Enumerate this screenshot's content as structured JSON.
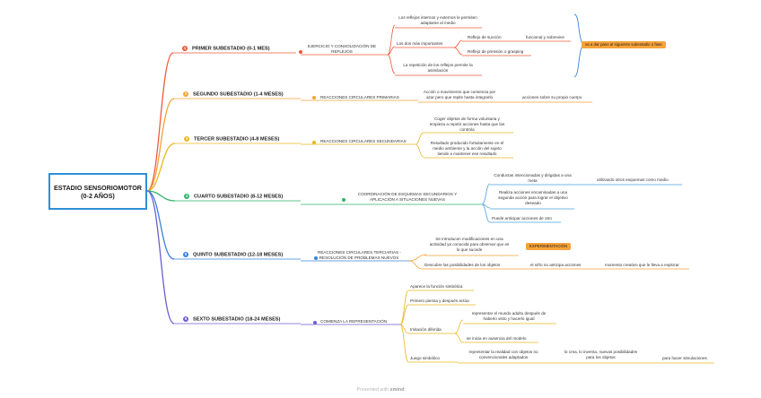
{
  "root": {
    "title": "ESTADIO SENSORIOMOTOR (0-2 AÑOS)"
  },
  "colors": {
    "red": "#ef5a3c",
    "orange": "#f3a33a",
    "yellow": "#e9b623",
    "green": "#2fb36b",
    "blue": "#3b82d6",
    "purple": "#6b5fd0",
    "tag": "#f6a23a",
    "rootBorder": "#2f8fd6"
  },
  "substages": [
    {
      "num": "1",
      "label": "PRIMER SUBESTADIO (0-1 MES)",
      "color_key": "red",
      "concept": "EJERCICIO Y CONSOLIDACIÓN DE\nREFLEJOS",
      "nodes": [
        "Los reflejos internos y externos le permiten\nadaptarse al medio",
        "Los dos más importantes",
        "Reflejo de succión",
        "funcional y sobrevive",
        "Reflejo de prensión o grasping",
        "La repetición de los reflejos permite la\nasimilación"
      ],
      "callout": "va a dar paso al siguiente subestadio o fase"
    },
    {
      "num": "2",
      "label": "SEGUNDO SUBESTADIO (1-4 MESES)",
      "color_key": "orange",
      "concept": "REACCIONES CIRCULARES PRIMARIAS",
      "nodes": [
        "Acción o movimiento que comienza por\nazar pero que repite hasta integrarlo",
        "acciones sobre su propio cuerpo"
      ]
    },
    {
      "num": "3",
      "label": "TERCER SUBESTADIO (4-8 MESES)",
      "color_key": "yellow",
      "concept": "REACCIONES CIRCULARES SECUNDARIAS",
      "nodes": [
        "Coger objetos de forma voluntaria y\nempieza a repetir acciones hasta que las\ncontrola",
        "Resultado producido fortuitamente en el\nmedio ambiente y la acción del sujeto\ntiende a mantener ese resultado"
      ]
    },
    {
      "num": "4",
      "label": "CUARTO SUBESTADIO (8-12 MESES)",
      "color_key": "green",
      "concept": "COORDINACIÓN DE ESQUEMAS SECUNDARIOS Y\nAPLICACIÓN A SITUACIONES NUEVAS",
      "nodes": [
        "Conductas intencionadas y dirigidas a una\nmeta",
        "utilizando otros esquemas como medio",
        "Realiza acciones encaminadas a una\nsegunda acción para lograr el objetivo\ndeseado",
        "Puede anticipar acciones de otro"
      ]
    },
    {
      "num": "5",
      "label": "QUINTO SUBESTADIO (12-18 MESES)",
      "color_key": "blue",
      "concept": "REACCIONES CIRCULARES TERCIARIAS -\nRESOLUCIÓN DE PROBLEMAS NUEVOS",
      "nodes": [
        "Se introducen modificaciones en una\nactividad ya conocida para observar que es\nlo que sucede",
        "Descubre las posibilidades de los objetos",
        "el niño no anticipa acciones",
        "momento creativo que le lleva a explorar"
      ],
      "callout": "EXPERIMENTACIÓN"
    },
    {
      "num": "6",
      "label": "SEXTO SUBESTADIO (18-24 MESES)",
      "color_key": "purple",
      "concept": "COMIENZA LA REPRESENTACIÓN",
      "nodes": [
        "Aparece la función simbólica",
        "Primero piensa y después actúa",
        "Imitación diferida",
        "representar el mundo adulto después de\nhaberlo visto y hacerlo igual",
        "se inicia en ausencia del modelo",
        "Juego simbólico",
        "representar la realidad con objetos no\nconvencionales adaptados",
        "lo crea, lo inventa, nuevas posibilidades\npara los objetos",
        "para hacer simulaciones"
      ]
    }
  ],
  "footer": {
    "prefix": "Presented with ",
    "brand": "xmind"
  }
}
